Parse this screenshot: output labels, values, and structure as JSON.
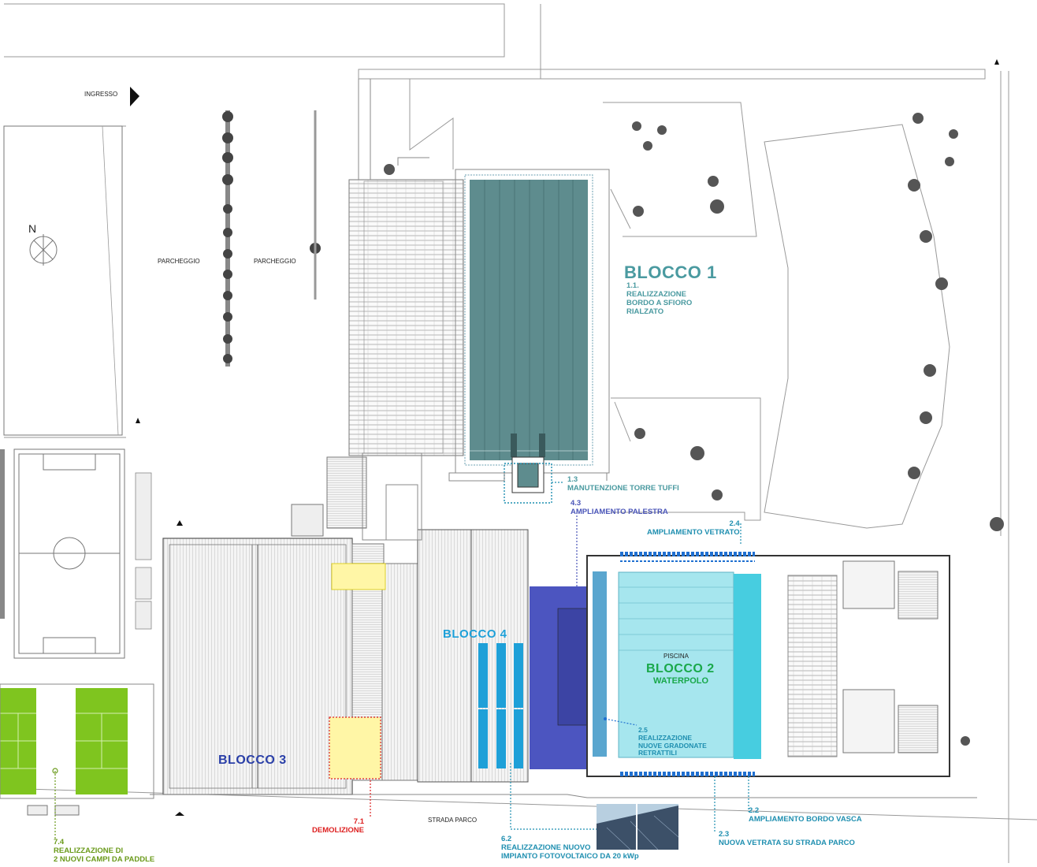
{
  "labels": {
    "ingresso": "INGRESSO",
    "north": "N",
    "parcheggio_1": "PARCHEGGIO",
    "parcheggio_2": "PARCHEGGIO",
    "strada_parco": "STRADA PARCO",
    "piscina": "PISCINA"
  },
  "blocks": {
    "blocco1": "BLOCCO 1",
    "blocco2": "BLOCCO 2",
    "blocco2_sub": "WATERPOLO",
    "blocco3": "BLOCCO 3",
    "blocco4": "BLOCCO 4"
  },
  "annotations": [
    {
      "id": "1.1",
      "num": "1.1.",
      "text": [
        "REALIZZAZIONE",
        "BORDO A SFIORO",
        "RIALZATO"
      ]
    },
    {
      "id": "1.3",
      "num": "1.3",
      "text": [
        "MANUTENZIONE TORRE TUFFI"
      ]
    },
    {
      "id": "4.3",
      "num": "4.3",
      "text": [
        "AMPLIAMENTO PALESTRA"
      ]
    },
    {
      "id": "2.4",
      "num": "2.4",
      "text": [
        "AMPLIAMENTO VETRATO"
      ]
    },
    {
      "id": "2.5",
      "num": "2.5",
      "text": [
        "REALIZZAZIONE",
        "NUOVE GRADONATE",
        "RETRATTILI"
      ]
    },
    {
      "id": "2.2",
      "num": "2.2",
      "text": [
        "AMPLIAMENTO BORDO VASCA"
      ]
    },
    {
      "id": "2.3",
      "num": "2.3",
      "text": [
        "NUOVA VETRATA SU STRADA PARCO"
      ]
    },
    {
      "id": "6.2",
      "num": "6.2",
      "text": [
        "REALIZZAZIONE NUOVO",
        "IMPIANTO FOTOVOLTAICO DA 20 kWp"
      ]
    },
    {
      "id": "7.1",
      "num": "7.1",
      "text": [
        "DEMOLIZIONE"
      ]
    },
    {
      "id": "7.4",
      "num": "7.4",
      "text": [
        "REALIZZAZIONE DI",
        "2 NUOVI CAMPI DA PADDLE"
      ]
    }
  ],
  "colors": {
    "blocco1": "#4a9aa0",
    "blocco2": "#19a84a",
    "blocco3": "#2a3fa8",
    "blocco4": "#1ea0d8",
    "pool_main": "#5e8c8e",
    "pool_waterpolo": "#a6e6ee",
    "gym_extension": "#4c55c0",
    "paddle": "#7fc51f",
    "demolition": "#fff6a6",
    "annot_teal": "#1f8fb0",
    "annot_violet": "#4a55b8",
    "annot_red": "#dd2020",
    "annot_green": "#6a9a1a"
  }
}
